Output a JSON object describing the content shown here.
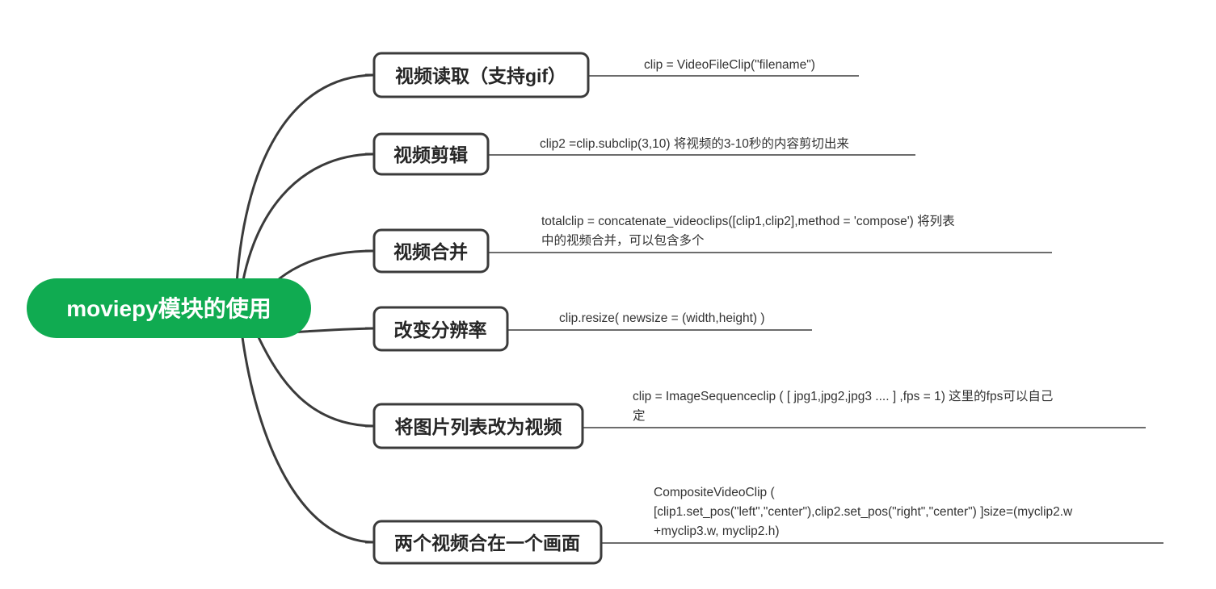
{
  "diagram": {
    "type": "mind-map",
    "title": "moviepy模块的使用",
    "root": {
      "label": "moviepy模块的使用",
      "fill_color": "#10ab51",
      "text_color": "#ffffff"
    },
    "node_style": {
      "fill_color": "#ffffff",
      "border_color": "#3b3b3b",
      "text_color": "#262626"
    },
    "branches": [
      {
        "label": "视频读取（支持gif）",
        "annotation_lines": [
          "clip = VideoFileClip(\"filename\")"
        ]
      },
      {
        "label": "视频剪辑",
        "annotation_lines": [
          "clip2 =clip.subclip(3,10)  将视频的3-10秒的内容剪切出来"
        ]
      },
      {
        "label": "视频合并",
        "annotation_lines": [
          "totalclip = concatenate_videoclips([clip1,clip2],method = 'compose') 将列表",
          "中的视频合并，可以包含多个"
        ]
      },
      {
        "label": "改变分辨率",
        "annotation_lines": [
          "clip.resize( newsize = (width,height) )"
        ]
      },
      {
        "label": "将图片列表改为视频",
        "annotation_lines": [
          "clip = ImageSequenceclip ( [ jpg1,jpg2,jpg3 .... ] ,fps = 1)  这里的fps可以自己",
          "定"
        ]
      },
      {
        "label": "两个视频合在一个画面",
        "annotation_lines": [
          "CompositeVideoClip (",
          "[clip1.set_pos(\"left\",\"center\"),clip2.set_pos(\"right\",\"center\") ]size=(myclip2.w",
          "+myclip3.w, myclip2.h)"
        ]
      }
    ]
  }
}
